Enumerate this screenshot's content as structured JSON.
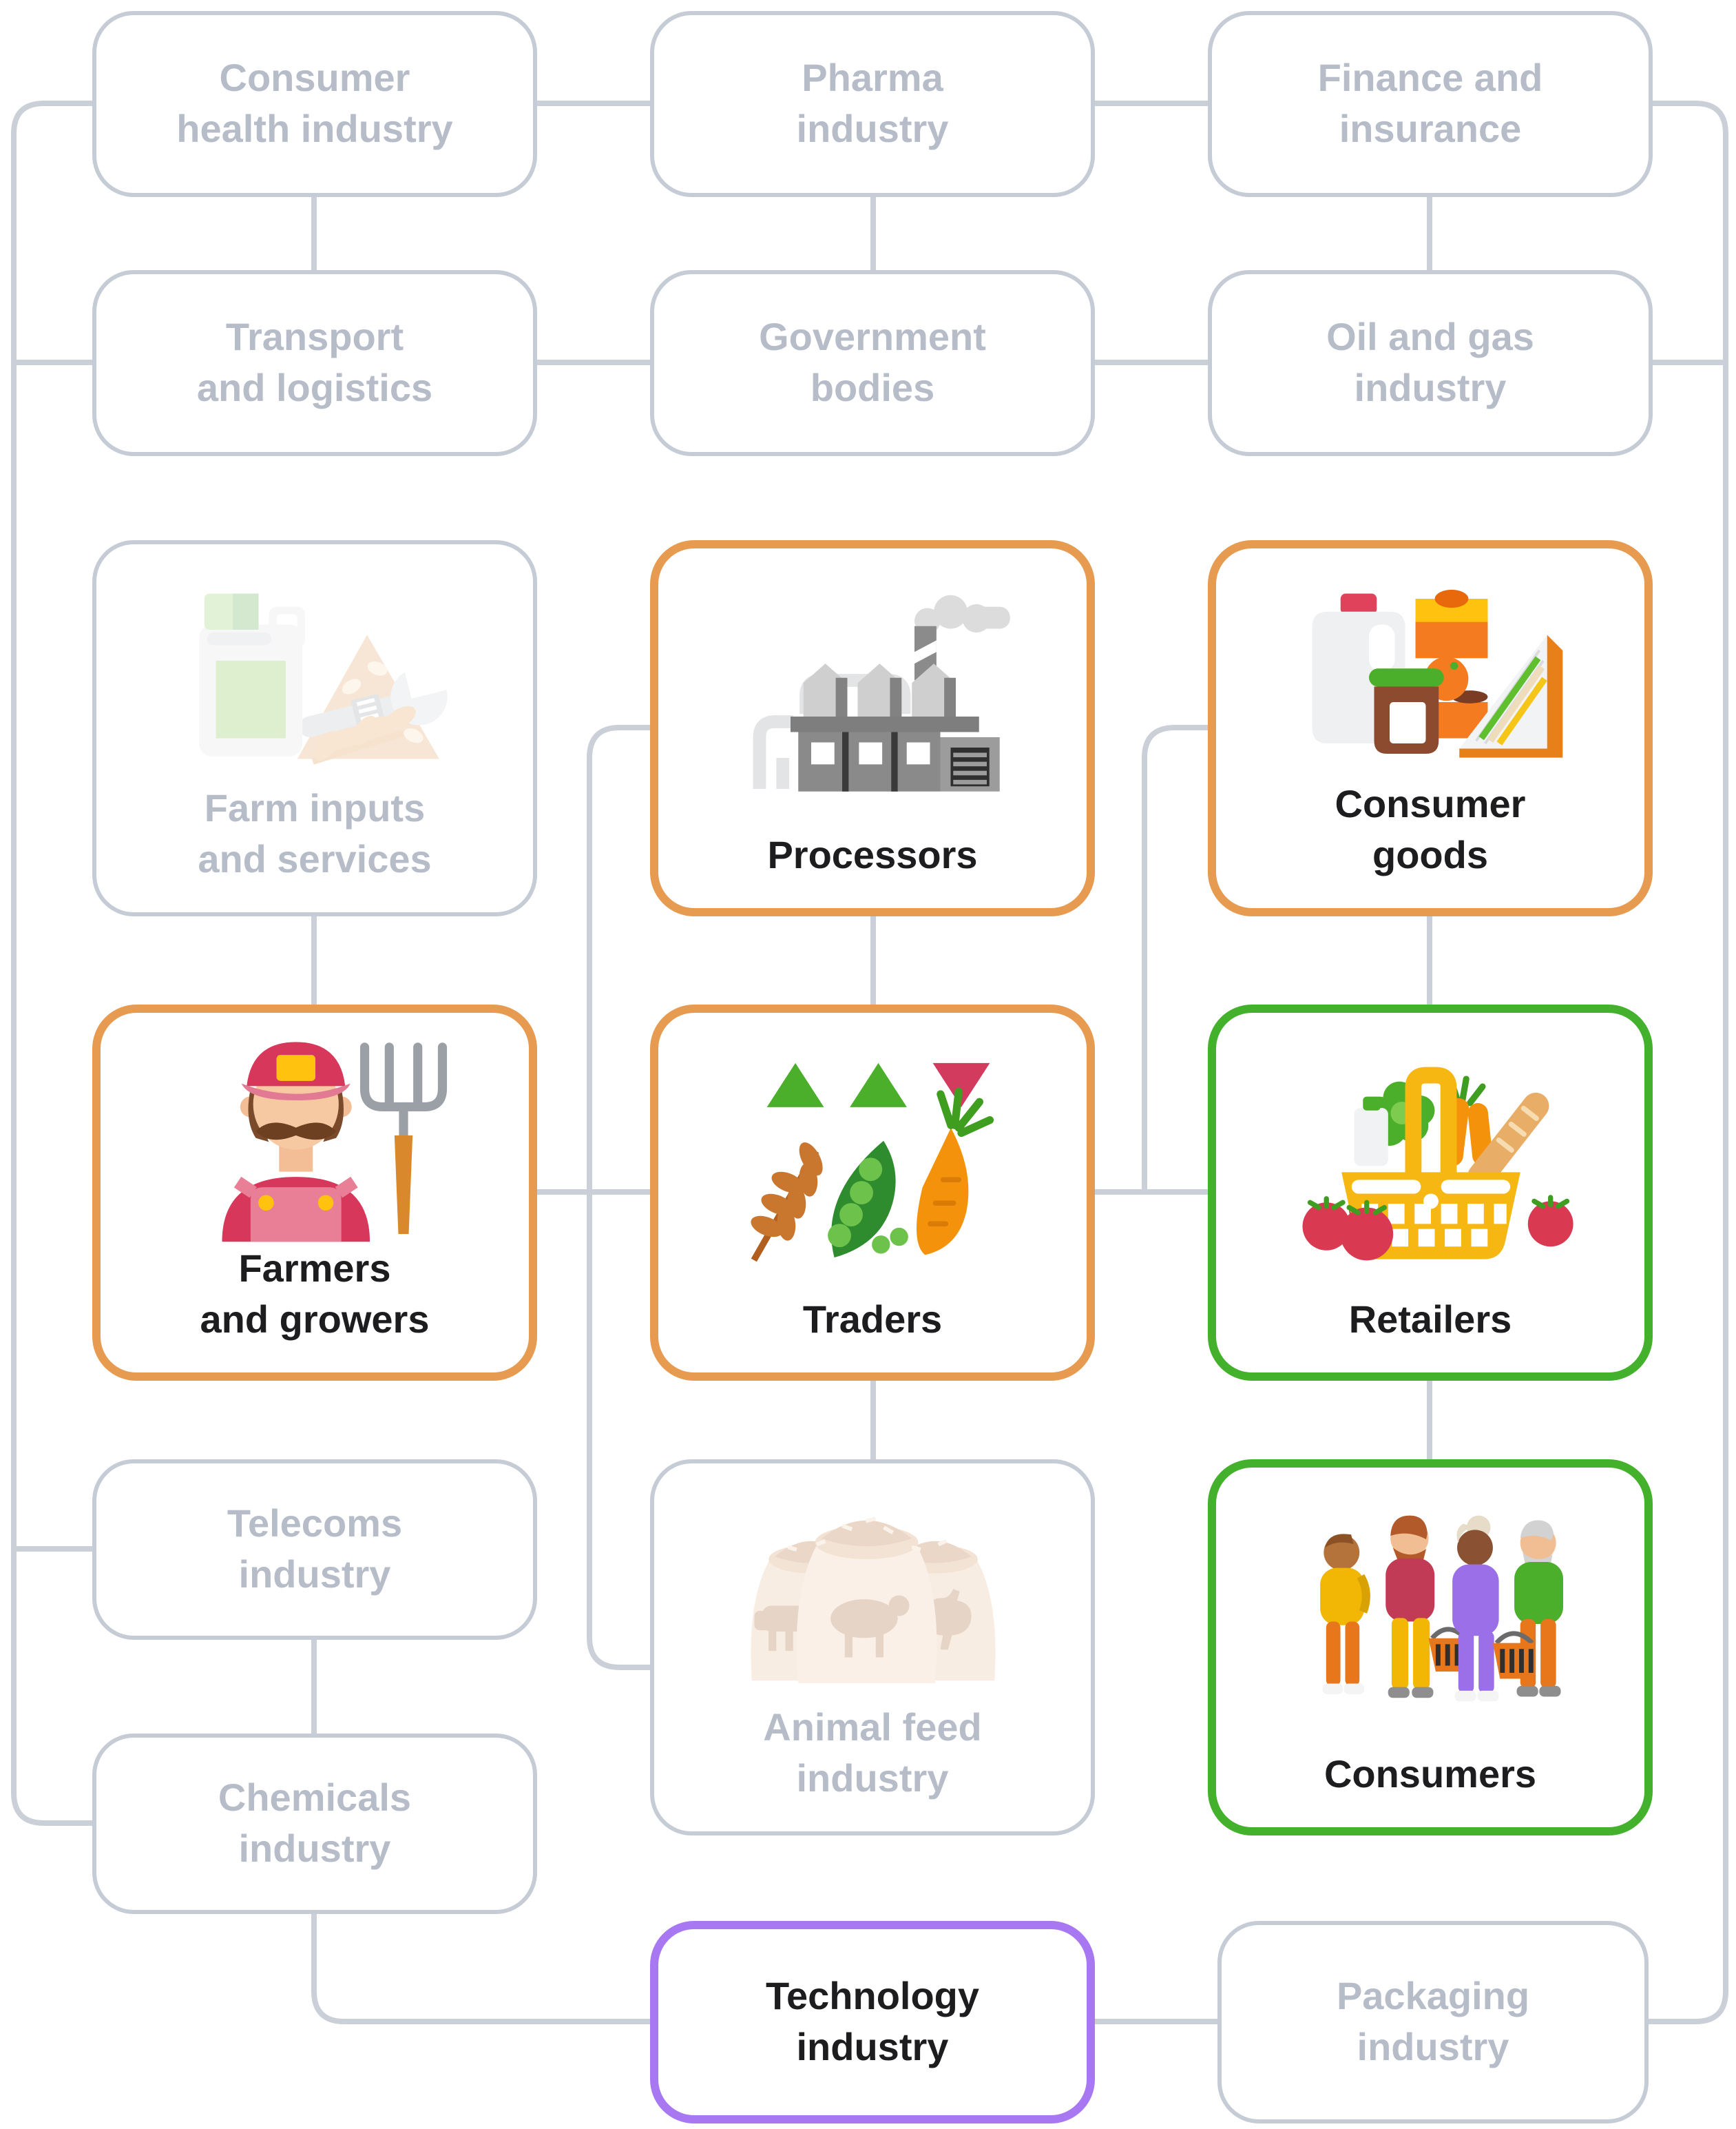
{
  "colors": {
    "accent_orange": "#E79B50",
    "accent_green": "#43B12B",
    "accent_purple": "#A878F2",
    "neutral_border": "#C6CCD5",
    "neutral_text": "#B6BDC8",
    "dark_text": "#1D1D1F",
    "connector_line": "#CBD0D8"
  },
  "nodes": {
    "consumer_health": {
      "label": "Consumer\nhealth industry",
      "type": "neutral",
      "icon": null
    },
    "pharma": {
      "label": "Pharma\nindustry",
      "type": "neutral",
      "icon": null
    },
    "finance": {
      "label": "Finance and\ninsurance",
      "type": "neutral",
      "icon": null
    },
    "transport": {
      "label": "Transport\nand logistics",
      "type": "neutral",
      "icon": null
    },
    "government": {
      "label": "Government\nbodies",
      "type": "neutral",
      "icon": null
    },
    "oil_gas": {
      "label": "Oil and gas\nindustry",
      "type": "neutral",
      "icon": null
    },
    "farm_inputs": {
      "label": "Farm inputs\nand services",
      "type": "neutral",
      "icon": "farm-supplies-icon"
    },
    "processors": {
      "label": "Processors",
      "type": "orange",
      "icon": "factory-icon"
    },
    "consumer_goods": {
      "label": "Consumer\ngoods",
      "type": "orange",
      "icon": "grocery-products-icon"
    },
    "farmers": {
      "label": "Farmers\nand growers",
      "type": "orange",
      "icon": "farmer-icon"
    },
    "traders": {
      "label": "Traders",
      "type": "orange",
      "icon": "produce-market-icon"
    },
    "retailers": {
      "label": "Retailers",
      "type": "green",
      "icon": "shopping-basket-icon"
    },
    "telecoms": {
      "label": "Telecoms\nindustry",
      "type": "neutral",
      "icon": null
    },
    "animal_feed": {
      "label": "Animal feed\nindustry",
      "type": "neutral",
      "icon": "feed-sacks-icon"
    },
    "consumers": {
      "label": "Consumers",
      "type": "green",
      "icon": "shoppers-icon"
    },
    "chemicals": {
      "label": "Chemicals\nindustry",
      "type": "neutral",
      "icon": null
    },
    "technology": {
      "label": "Technology\nindustry",
      "type": "purple",
      "icon": null
    },
    "packaging": {
      "label": "Packaging\nindustry",
      "type": "neutral",
      "icon": null
    }
  },
  "edges": [
    [
      "consumer_health",
      "pharma"
    ],
    [
      "pharma",
      "finance"
    ],
    [
      "transport",
      "government"
    ],
    [
      "government",
      "oil_gas"
    ],
    [
      "consumer_health",
      "transport"
    ],
    [
      "pharma",
      "government"
    ],
    [
      "finance",
      "oil_gas"
    ],
    [
      "farm_inputs",
      "farmers"
    ],
    [
      "processors",
      "traders"
    ],
    [
      "consumer_goods",
      "retailers"
    ],
    [
      "farmers",
      "traders"
    ],
    [
      "traders",
      "retailers"
    ],
    [
      "traders",
      "animal_feed"
    ],
    [
      "retailers",
      "consumers"
    ],
    [
      "processors",
      "animal_feed"
    ],
    [
      "consumer_goods",
      "traders"
    ],
    [
      "telecoms",
      "chemicals"
    ],
    [
      "chemicals",
      "technology"
    ],
    [
      "technology",
      "packaging"
    ],
    [
      "transport",
      "telecoms"
    ],
    [
      "consumer_health",
      "chemicals"
    ],
    [
      "finance",
      "packaging"
    ],
    [
      "oil_gas",
      "packaging"
    ]
  ]
}
